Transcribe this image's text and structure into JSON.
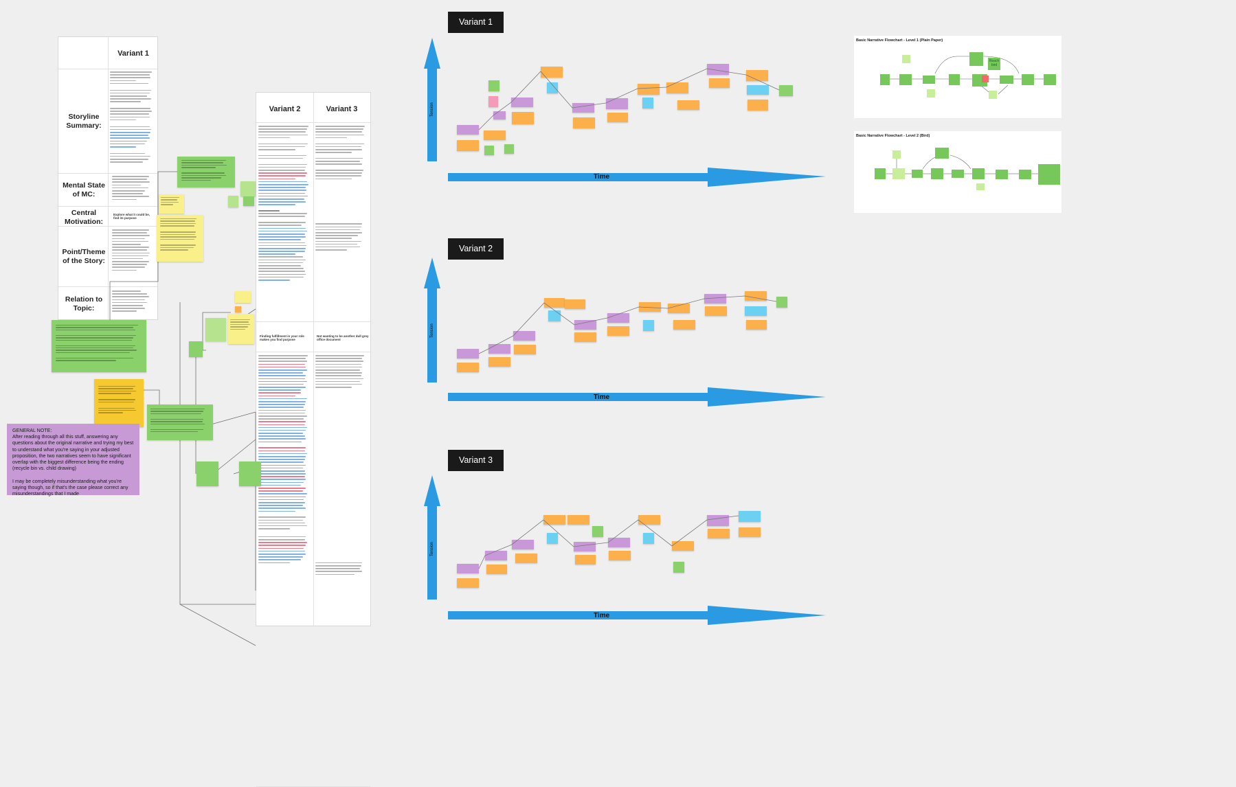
{
  "table": {
    "headers": {
      "variant1": "Variant 1",
      "variant2": "Variant 2",
      "variant3": "Variant 3"
    },
    "rows": {
      "storyline": "Storyline Summary:",
      "mental_state": "Mental State of MC:",
      "motivation": "Central Motivation:",
      "theme": "Point/Theme of the Story:",
      "topic": "Relation to Topic:"
    },
    "variant2_finding": "Finding fulfillment in your role makes you find purpose",
    "variant3_finding": "Not wanting to be another dull grey office document",
    "variant1_motivation": "Explore what it could be, find its purpose"
  },
  "general_note": {
    "text": "GENERAL NOTE:\nAfter reading through all this stuff, answering any questions about the original narrative and trying my best to understand what you're saying in your adjusted proposition, the two narratives seem to have significant overlap with the biggest difference being the ending (recycle bin vs. child drawing)\n\nI may be completely misunderstanding what you're saying though, so if that's the case please correct any misunderstandings that I made"
  },
  "variants": [
    {
      "title": "Variant 1",
      "x_label": "Time",
      "y_label": "Tension"
    },
    {
      "title": "Variant 2",
      "x_label": "Time",
      "y_label": "Tension"
    },
    {
      "title": "Variant 3",
      "x_label": "Time",
      "y_label": "Tension"
    }
  ],
  "flowcharts": [
    {
      "title": "Basic Narrative Flowchart - Level 1 (Plain Paper)",
      "nodes": [
        "Reach bird"
      ]
    },
    {
      "title": "Basic Narrative Flowchart - Level 2 (Bird)",
      "nodes": []
    }
  ],
  "colors": {
    "accent_arrow": "#2a9be3",
    "title_bg": "#1a1a1a",
    "note_purple": "#c79ad6",
    "sticky_green": "#8ad06b",
    "sticky_yellow": "#f9f08a",
    "sticky_gold": "#f5c92f",
    "sticky_orange": "#fbb04b",
    "sticky_purple": "#c898d8",
    "sticky_pink": "#f59ab8",
    "sticky_blue": "#6cd0f2"
  }
}
